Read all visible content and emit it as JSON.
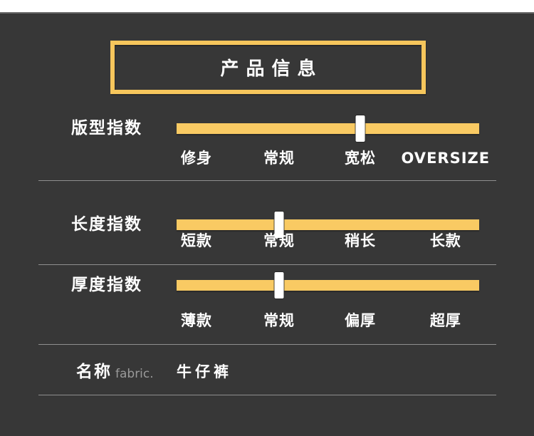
{
  "title": "产品信息",
  "colors": {
    "panel_background": "#373737",
    "accent_gold": "#f9ca63",
    "title_border_gold": "#f6c65c",
    "marker_white": "#ffffff",
    "divider_gray": "#8f8f8f",
    "sublabel_gray": "#9a9a9a"
  },
  "sliders": [
    {
      "label": "版型指数",
      "options": [
        "修身",
        "常规",
        "宽松",
        "OVERSIZE"
      ],
      "selected": "宽松",
      "selected_index": 2
    },
    {
      "label": "长度指数",
      "options": [
        "短款",
        "常规",
        "稍长",
        "长款"
      ],
      "selected": "常规",
      "selected_index": 1
    },
    {
      "label": "厚度指数",
      "options": [
        "薄款",
        "常规",
        "偏厚",
        "超厚"
      ],
      "selected": "常规",
      "selected_index": 1
    }
  ],
  "name_row": {
    "label": "名称",
    "sublabel": "fabric.",
    "value": "牛仔裤"
  }
}
